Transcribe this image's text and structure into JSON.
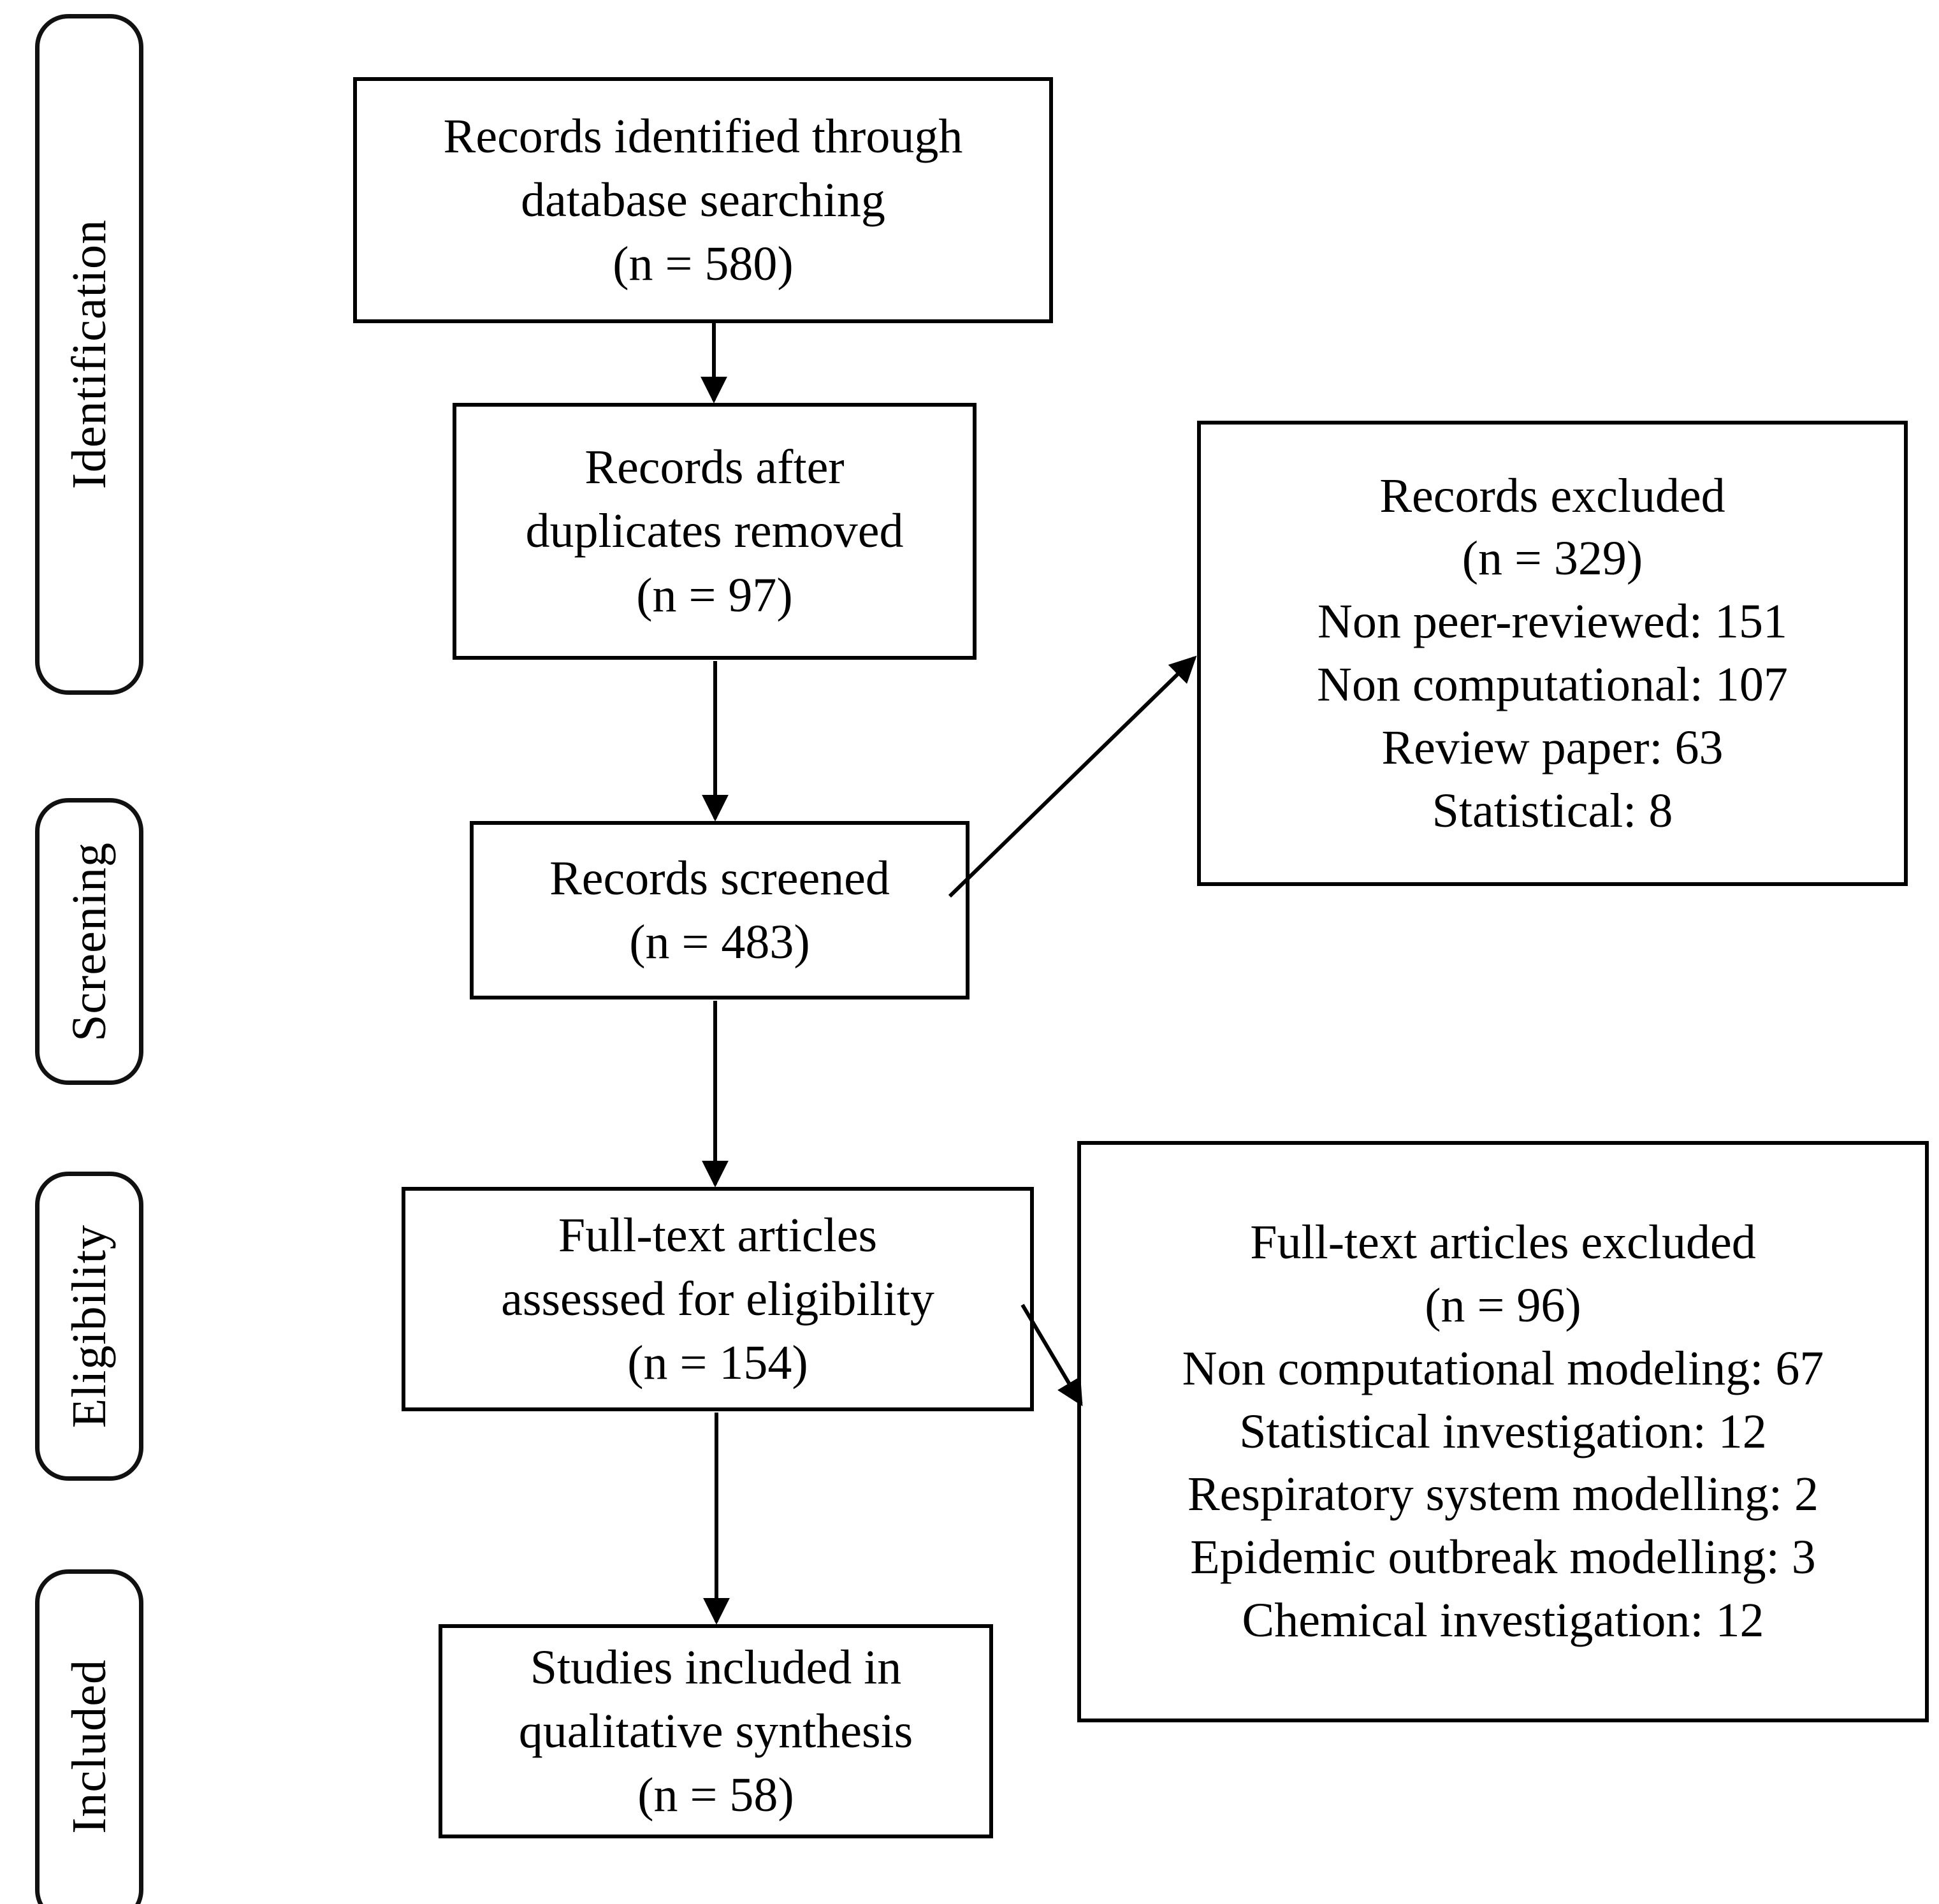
{
  "diagram": {
    "type": "prisma-flow-diagram",
    "phases": [
      {
        "id": "identification",
        "label": "Identification"
      },
      {
        "id": "screening",
        "label": "Screening"
      },
      {
        "id": "eligibility",
        "label": "Eligibility"
      },
      {
        "id": "included",
        "label": "Included"
      }
    ],
    "boxes": {
      "records_identified": {
        "lines": [
          "Records identified through",
          "database searching",
          "(n = 580)"
        ]
      },
      "records_after_duplicates": {
        "lines": [
          "Records after",
          "duplicates removed",
          "(n = 97)"
        ]
      },
      "records_screened": {
        "lines": [
          "Records screened",
          "(n = 483)"
        ]
      },
      "records_excluded": {
        "lines": [
          "Records excluded",
          "(n = 329)",
          "Non peer-reviewed: 151",
          "Non computational: 107",
          "Review paper: 63",
          "Statistical: 8"
        ]
      },
      "fulltext_assessed": {
        "lines": [
          "Full-text articles",
          "assessed for eligibility",
          "(n = 154)"
        ]
      },
      "fulltext_excluded": {
        "lines": [
          "Full-text articles excluded",
          "(n = 96)",
          "Non computational modeling: 67",
          "Statistical investigation: 12",
          "Respiratory system modelling: 2",
          "Epidemic outbreak modelling: 3",
          "Chemical investigation: 12"
        ]
      },
      "studies_included": {
        "lines": [
          "Studies included in",
          "qualitative synthesis",
          "(n = 58)"
        ]
      }
    },
    "counts": {
      "identified": 580,
      "after_duplicates": 97,
      "screened": 483,
      "records_excluded": 329,
      "fulltext_assessed": 154,
      "fulltext_excluded": 96,
      "included": 58
    },
    "colors": {
      "stroke": "#000000",
      "background": "#ffffff",
      "text": "#000000"
    }
  }
}
